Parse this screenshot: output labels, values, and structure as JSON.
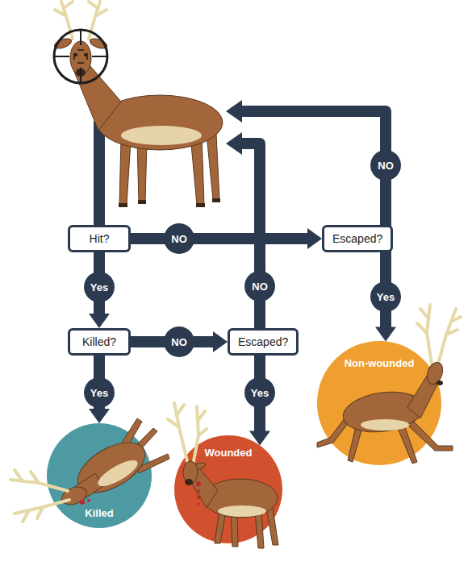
{
  "diagram": {
    "nodes": [
      {
        "text": [
          "Hit?"
        ]
      },
      {
        "text": [
          "Escaped?"
        ]
      },
      {
        "text": [
          "Killed?"
        ]
      },
      {
        "text": [
          "Escaped?"
        ]
      },
      {
        "text": [
          "Killed"
        ]
      },
      {
        "text": [
          "Wounded"
        ]
      },
      {
        "text": [
          "Non-wounded"
        ]
      }
    ],
    "edges": [
      {
        "from": 0,
        "to": 2,
        "arrow": "to",
        "label": "Yes"
      },
      {
        "from": 0,
        "to": 1,
        "arrow": "to",
        "label": "NO"
      },
      {
        "from": 1,
        "to": 6,
        "arrow": "to",
        "label": "Yes"
      },
      {
        "from": 2,
        "to": 3,
        "arrow": "to",
        "label": "NO"
      },
      {
        "from": 3,
        "to": 5,
        "arrow": "to",
        "label": "Yes"
      },
      {
        "from": 2,
        "to": 4,
        "arrow": "to",
        "label": "Yes"
      }
    ],
    "labels": [
      "NO",
      "NO"
    ]
  }
}
